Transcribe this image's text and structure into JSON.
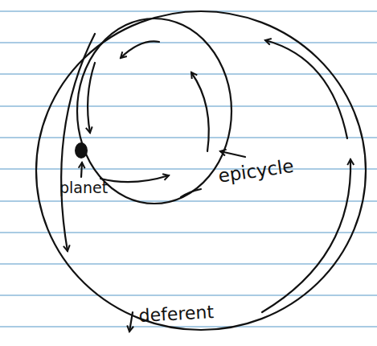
{
  "diagram": {
    "labels": [
      "planet",
      "epicycle",
      "deferent"
    ]
  }
}
